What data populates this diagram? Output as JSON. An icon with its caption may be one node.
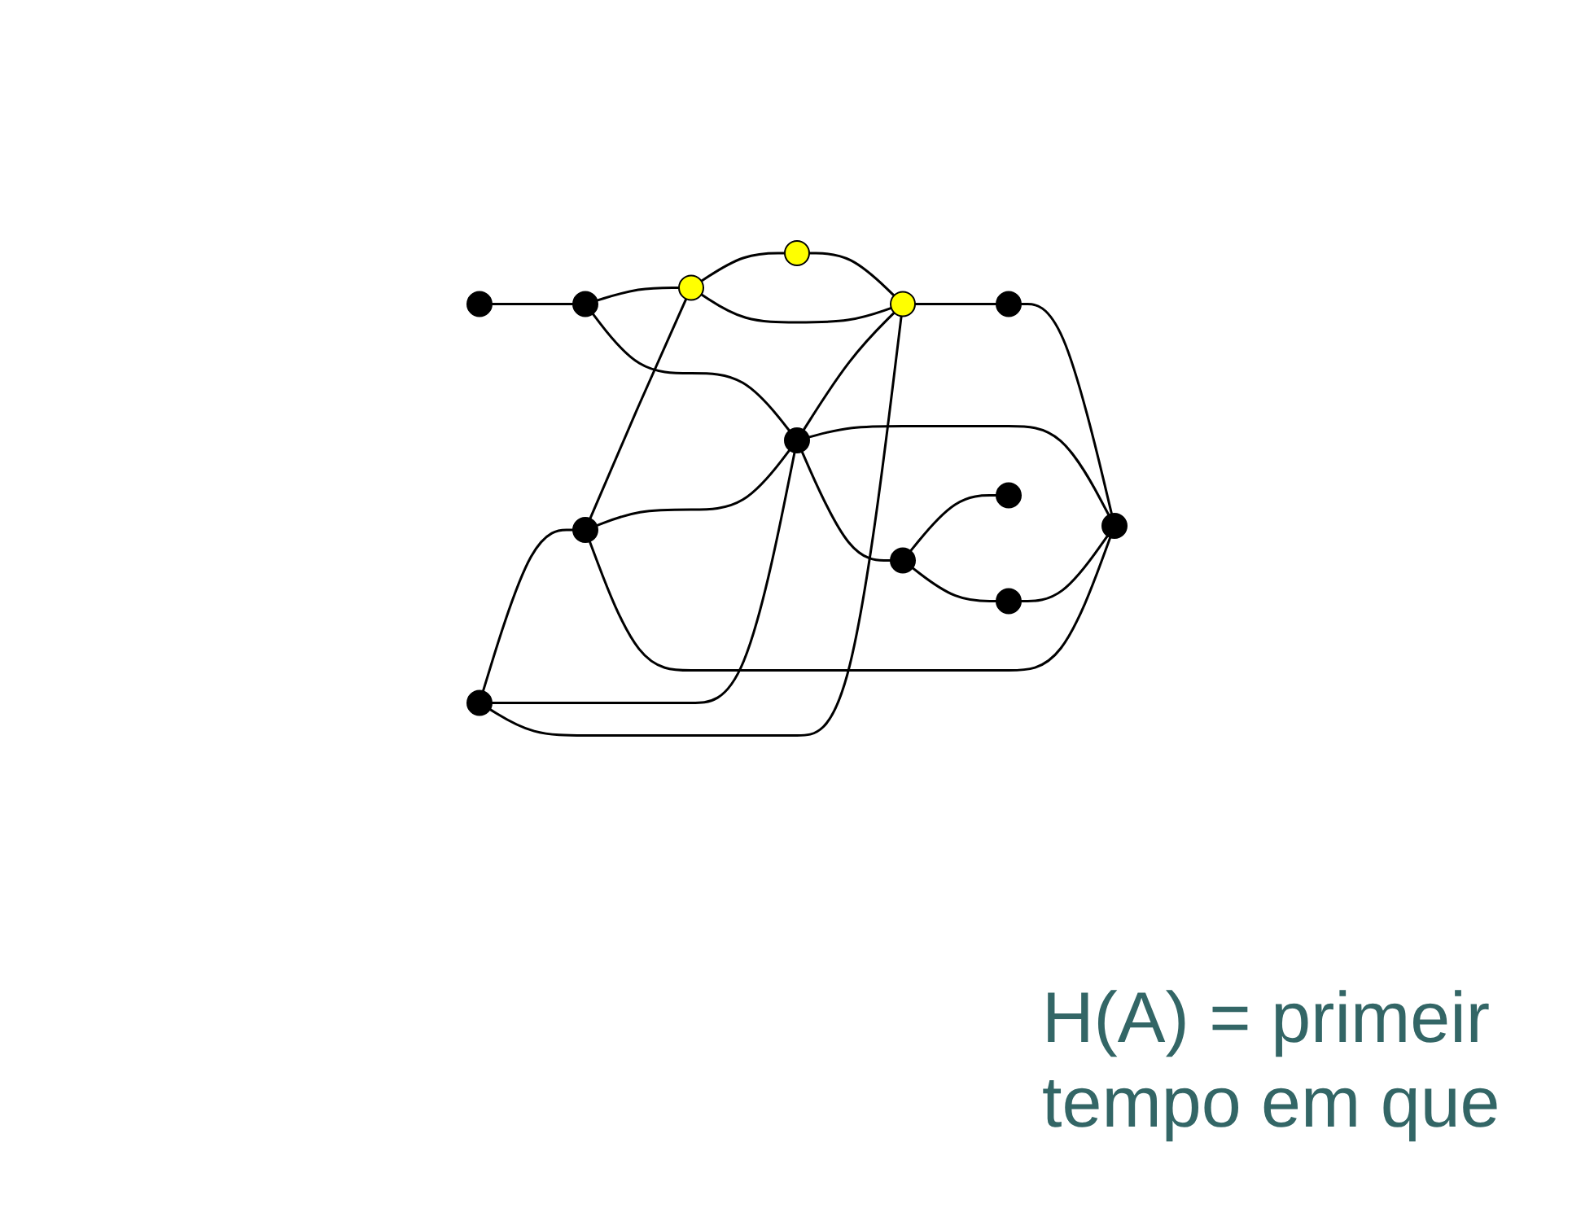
{
  "diagram": {
    "nodes": [
      {
        "text": [],
        "shape": "circle"
      },
      {
        "text": [],
        "shape": "circle"
      },
      {
        "text": [],
        "shape": "circle"
      },
      {
        "text": [],
        "shape": "circle"
      },
      {
        "text": [],
        "shape": "circle"
      },
      {
        "text": [],
        "shape": "circle"
      },
      {
        "text": [],
        "shape": "circle"
      },
      {
        "text": [],
        "shape": "circle"
      },
      {
        "text": [],
        "shape": "circle"
      },
      {
        "text": [],
        "shape": "circle"
      },
      {
        "text": [],
        "shape": "circle"
      },
      {
        "text": [],
        "shape": "circle"
      },
      {
        "text": [],
        "shape": "circle"
      }
    ],
    "edges": [
      {
        "from": 0,
        "to": 1,
        "arrow": "none"
      },
      {
        "from": 1,
        "to": 2,
        "arrow": "none"
      },
      {
        "from": 2,
        "to": 3,
        "arrow": "none"
      },
      {
        "from": 1,
        "to": 6,
        "arrow": "none"
      },
      {
        "from": 4,
        "to": 5,
        "arrow": "none"
      },
      {
        "from": 5,
        "to": 2,
        "arrow": "none"
      },
      {
        "from": 4,
        "to": 6,
        "arrow": "none"
      },
      {
        "from": 4,
        "to": 7,
        "arrow": "none"
      },
      {
        "from": 5,
        "to": 6,
        "arrow": "none"
      },
      {
        "from": 5,
        "to": 10,
        "arrow": "none"
      },
      {
        "from": 6,
        "to": 7,
        "arrow": "none"
      },
      {
        "from": 2,
        "to": 7,
        "arrow": "none"
      },
      {
        "from": 3,
        "to": 7,
        "arrow": "none"
      },
      {
        "from": 7,
        "to": 8,
        "arrow": "none"
      },
      {
        "from": 8,
        "to": 10,
        "arrow": "none"
      },
      {
        "from": 6,
        "to": 10,
        "arrow": "none"
      },
      {
        "from": 6,
        "to": 9,
        "arrow": "none"
      },
      {
        "from": 9,
        "to": 11,
        "arrow": "none"
      },
      {
        "from": 9,
        "to": 12,
        "arrow": "none"
      },
      {
        "from": 12,
        "to": 10,
        "arrow": "none"
      }
    ],
    "labels": [
      "H(A) = primeir tempo em que"
    ]
  }
}
